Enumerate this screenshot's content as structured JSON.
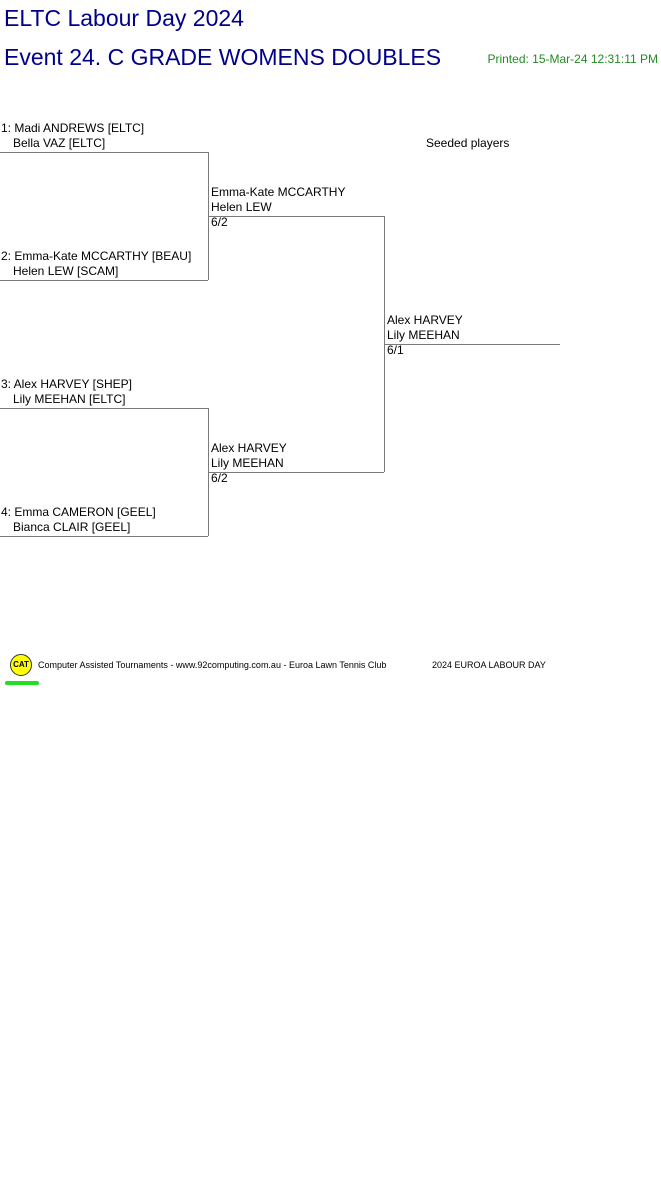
{
  "header": {
    "tournament": "ELTC Labour Day 2024",
    "event": "Event 24. C GRADE WOMENS DOUBLES",
    "printed": "Printed: 15-Mar-24 12:31:11 PM"
  },
  "seeded_label": "Seeded players",
  "round1": [
    {
      "seed_line": "1: Madi ANDREWS [ELTC]",
      "partner_line": "Bella VAZ [ELTC]"
    },
    {
      "seed_line": "2: Emma-Kate MCCARTHY [BEAU]",
      "partner_line": "Helen LEW [SCAM]"
    },
    {
      "seed_line": "3: Alex HARVEY [SHEP]",
      "partner_line": "Lily MEEHAN [ELTC]"
    },
    {
      "seed_line": "4: Emma CAMERON [GEEL]",
      "partner_line": "Bianca CLAIR [GEEL]"
    }
  ],
  "round2": [
    {
      "player1": "Emma-Kate MCCARTHY",
      "player2": "Helen LEW",
      "score": "6/2"
    },
    {
      "player1": "Alex HARVEY",
      "player2": "Lily MEEHAN",
      "score": "6/2"
    }
  ],
  "final": {
    "player1": "Alex HARVEY",
    "player2": "Lily MEEHAN",
    "score": "6/1"
  },
  "footer": {
    "logo_text": "CAT",
    "credit": "Computer Assisted Tournaments - www.92computing.com.au -  Euroa Lawn Tennis Club",
    "event_name": "2024 EUROA LABOUR DAY"
  }
}
